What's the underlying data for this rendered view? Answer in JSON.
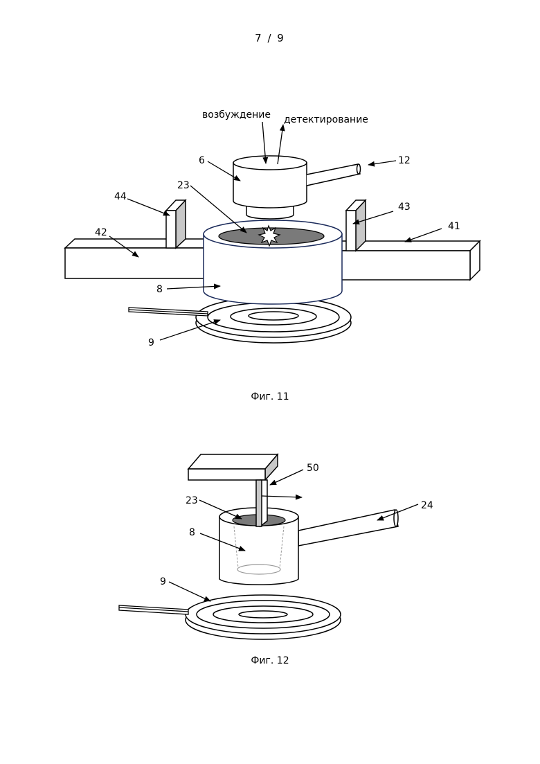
{
  "page_number": "7 / 9",
  "figure_11": {
    "caption": "Фиг. 11",
    "labels": {
      "excitation": "возбуждение",
      "detection": "детектирование",
      "n6": "6",
      "n12": "12",
      "n23": "23",
      "n44": "44",
      "n43": "43",
      "n42": "42",
      "n41": "41",
      "n8": "8",
      "n9": "9"
    }
  },
  "figure_12": {
    "caption": "Фиг. 12",
    "labels": {
      "n50": "50",
      "n23": "23",
      "n24": "24",
      "n8": "8",
      "n9": "9"
    }
  },
  "colors": {
    "stroke": "#000000",
    "sample_fill": "#7a7a7a",
    "block_fill": "#c8c8c8",
    "vessel_outline": "#1a2a5a"
  }
}
